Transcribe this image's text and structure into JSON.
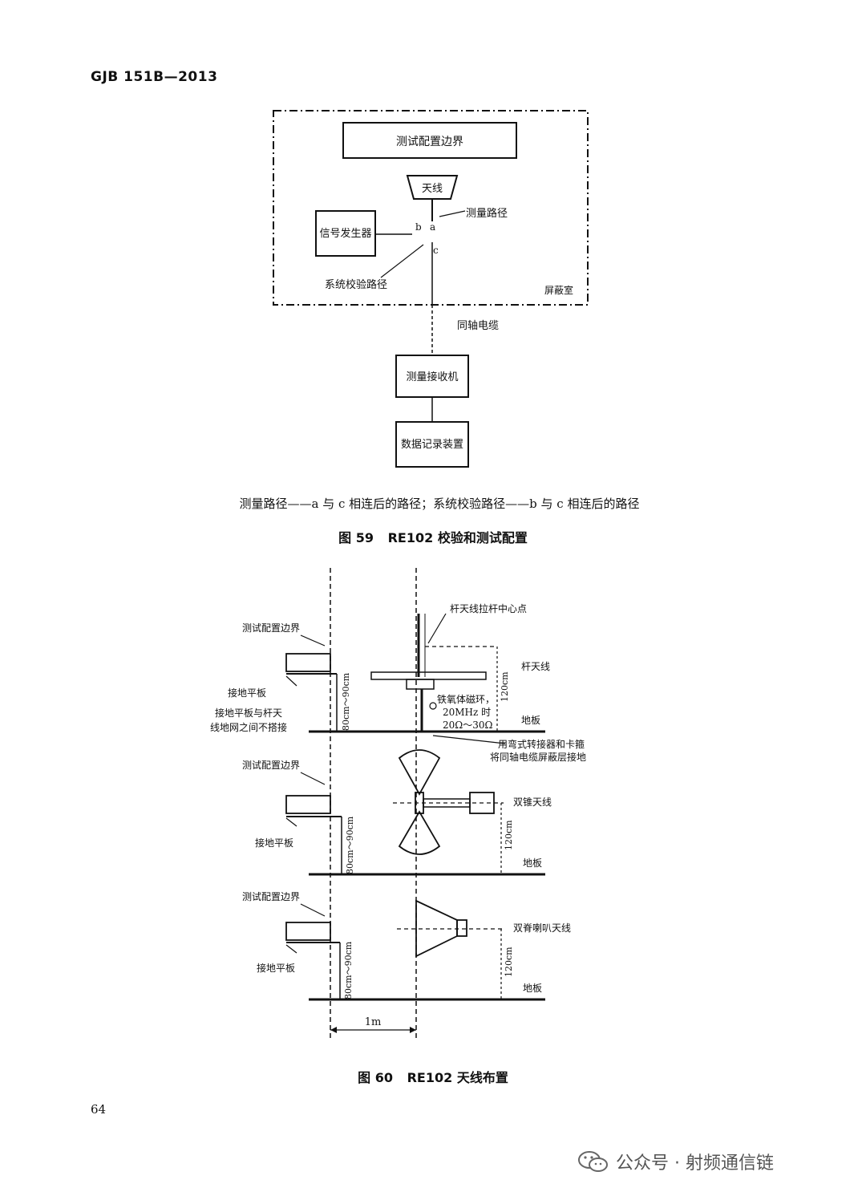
{
  "header": {
    "standard": "GJB 151B—2013"
  },
  "fig59": {
    "boundary": "测试配置边界",
    "antenna": "天线",
    "signal_generator": "信号发生器",
    "measure_path": "测量路径",
    "system_check_path": "系统校验路径",
    "shielded_room": "屏蔽室",
    "coax": "同轴电缆",
    "receiver": "测量接收机",
    "recorder": "数据记录装置",
    "point_a": "a",
    "point_b": "b",
    "point_c": "c",
    "note": "测量路径——a 与 c 相连后的路径；系统校验路径——b 与 c 相连后的路径",
    "caption_num": "图 59",
    "caption_title": "RE102 校验和测试配置"
  },
  "fig60": {
    "boundary": "测试配置边界",
    "ground_plane": "接地平板",
    "no_bond_1": "接地平板与杆天",
    "no_bond_2": "线地网之间不搭接",
    "height_range": "80cm～90cm",
    "height_120": "120cm",
    "rod_center": "杆天线拉杆中心点",
    "rod_antenna": "杆天线",
    "ferrite_1": "铁氧体磁环，",
    "ferrite_2": "20MHz 时",
    "ferrite_3": "20Ω～30Ω",
    "floor": "地板",
    "bond_note_1": "用弯式转接器和卡箍",
    "bond_note_2": "将同轴电缆屏蔽层接地",
    "bicone": "双锥天线",
    "horn": "双脊喇叭天线",
    "distance": "1m",
    "caption_num": "图 60",
    "caption_title": "RE102 天线布置"
  },
  "footer": {
    "page": "64",
    "watermark": "公众号 · 射频通信链"
  }
}
